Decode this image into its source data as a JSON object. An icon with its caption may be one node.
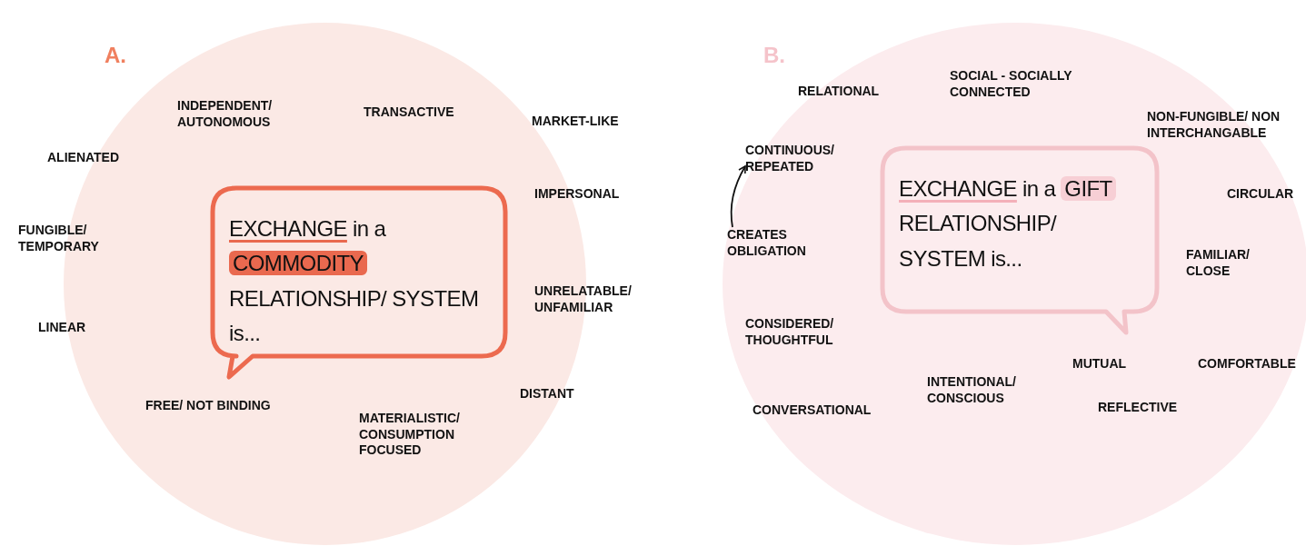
{
  "diagram": {
    "nodes": [
      {
        "text": [
          "A."
        ]
      },
      {
        "text": [
          "*EXCHANGE* in a **COMMODITY** RELATIONSHIP/ SYSTEM is..."
        ],
        "in": 0
      },
      {
        "text": [
          "B."
        ]
      },
      {
        "text": [
          "*EXCHANGE* in a **GIFT** RELATIONSHIP/ SYSTEM is..."
        ],
        "in": 2
      },
      {
        "text": [
          "CONTINUOUS/ REPEATED"
        ],
        "in": 2
      },
      {
        "text": [
          "CREATES OBLIGATION"
        ],
        "in": 2
      }
    ],
    "edges": [
      {
        "from": 5,
        "to": 4,
        "arrow": "to"
      }
    ],
    "labels": [
      "INDEPENDENT/ AUTONOMOUS",
      "TRANSACTIVE",
      "MARKET-LIKE",
      "ALIENATED",
      "IMPERSONAL",
      "FUNGIBLE/ TEMPORARY",
      "UNRELATABLE/ UNFAMILIAR",
      "LINEAR",
      "DISTANT",
      "FREE/ NOT BINDING",
      "MATERIALISTIC/ CONSUMPTION FOCUSED",
      "RELATIONAL",
      "SOCIAL - SOCIALLY CONNECTED",
      "NON-FUNGIBLE/ NON INTERCHANGABLE",
      "CIRCULAR",
      "FAMILIAR/ CLOSE",
      "CONSIDERED/ THOUGHTFUL",
      "MUTUAL",
      "COMFORTABLE",
      "INTENTIONAL/ CONSCIOUS",
      "CONVERSATIONAL",
      "REFLECTIVE"
    ]
  }
}
